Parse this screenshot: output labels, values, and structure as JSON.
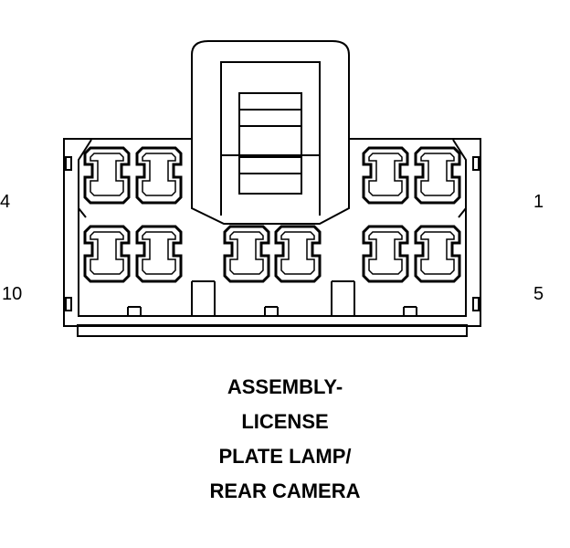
{
  "pin_labels": {
    "top_left": "4",
    "top_right": "1",
    "bottom_left": "10",
    "bottom_right": "5"
  },
  "caption": {
    "line1": "ASSEMBLY-",
    "line2": "LICENSE",
    "line3": "PLATE LAMP/",
    "line4": "REAR CAMERA"
  },
  "colors": {
    "line": "#000000",
    "background": "#ffffff"
  }
}
